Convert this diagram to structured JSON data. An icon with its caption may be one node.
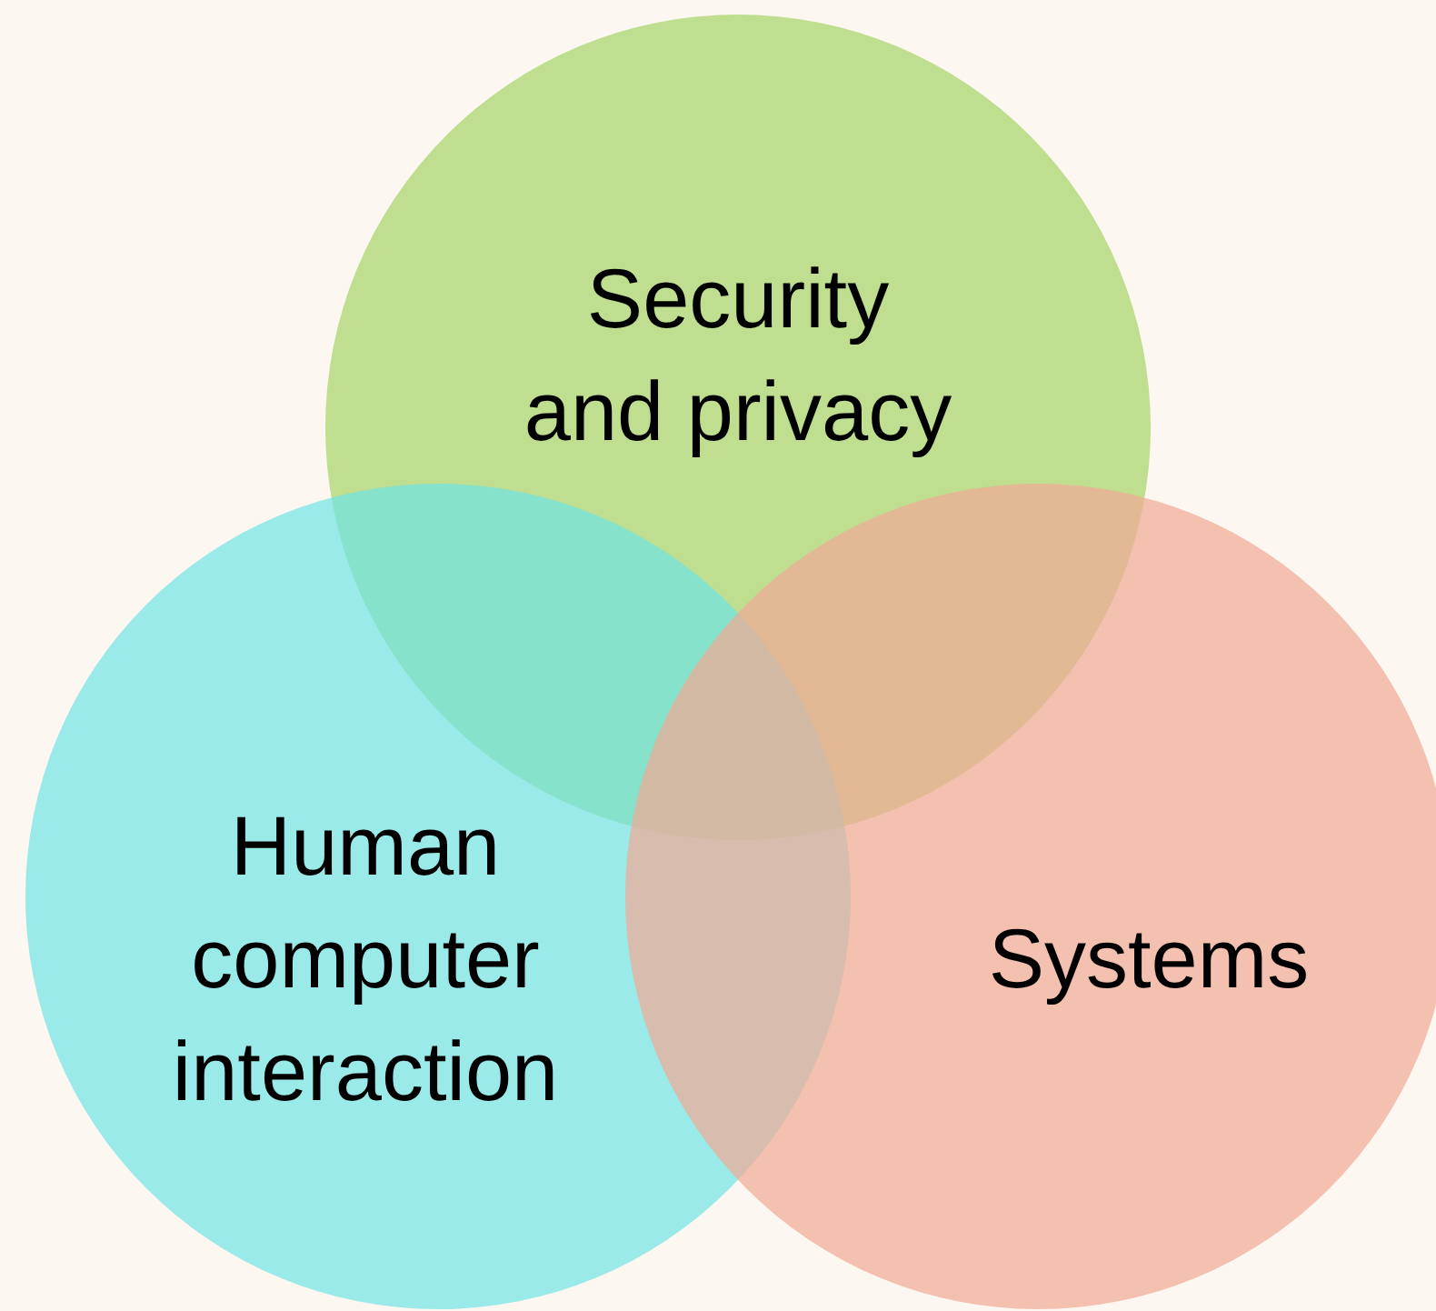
{
  "diagram": {
    "nodes": [
      {
        "text": [
          "Security and privacy"
        ]
      },
      {
        "text": [
          "Human computer interaction"
        ]
      },
      {
        "text": [
          "Systems"
        ]
      }
    ]
  }
}
